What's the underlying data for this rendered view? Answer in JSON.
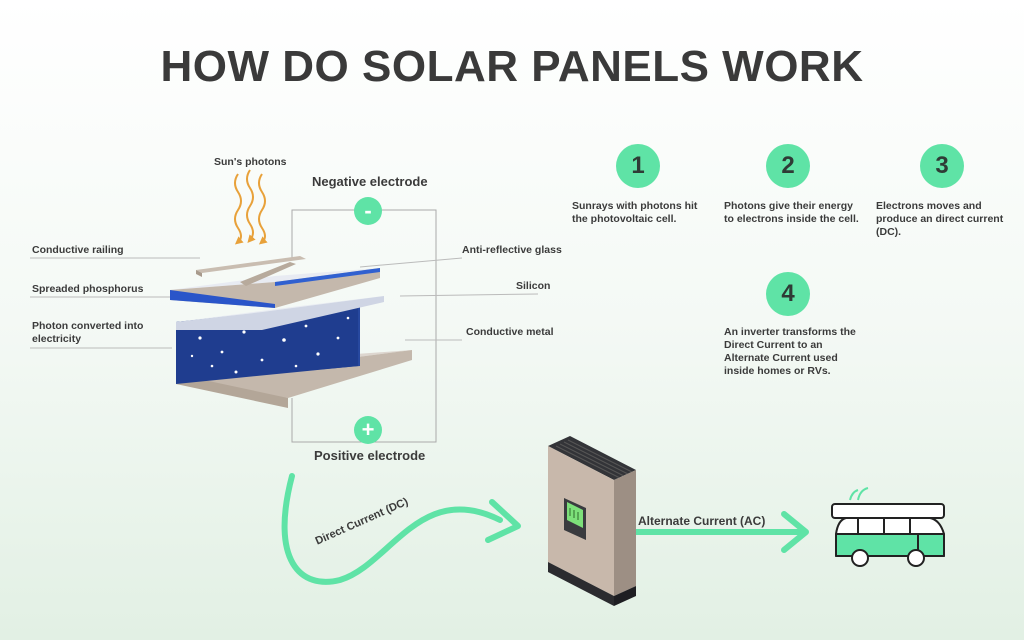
{
  "title": "HOW DO SOLAR PANELS WORK",
  "sun_label": "Sun's photons",
  "negative_electrode": "Negative electrode",
  "positive_electrode": "Positive electrode",
  "negative_symbol": "-",
  "positive_symbol": "+",
  "left_labels": {
    "conductive_railing": "Conductive railing",
    "spreaded_phosphorus": "Spreaded phosphorus",
    "photon_converted": "Photon converted into electricity"
  },
  "right_labels": {
    "anti_reflective": "Anti-reflective glass",
    "silicon": "Silicon",
    "conductive_metal": "Conductive metal"
  },
  "steps": [
    {
      "number": "1",
      "text": "Sunrays with photons hit the photovoltaic cell."
    },
    {
      "number": "2",
      "text": "Photons give their energy to electrons inside the cell."
    },
    {
      "number": "3",
      "text": "Electrons moves and produce an direct current (DC)."
    },
    {
      "number": "4",
      "text": "An inverter transforms the Direct Current to an Alternate Current used inside homes or RVs."
    }
  ],
  "dc_label": "Direct Current (DC)",
  "ac_label": "Alternate Current (AC)",
  "colors": {
    "accent": "#5fe3a6",
    "cell_blue": "#1f3d8f",
    "layer_tan": "#c9bdb1",
    "title": "#3a3a3a"
  }
}
